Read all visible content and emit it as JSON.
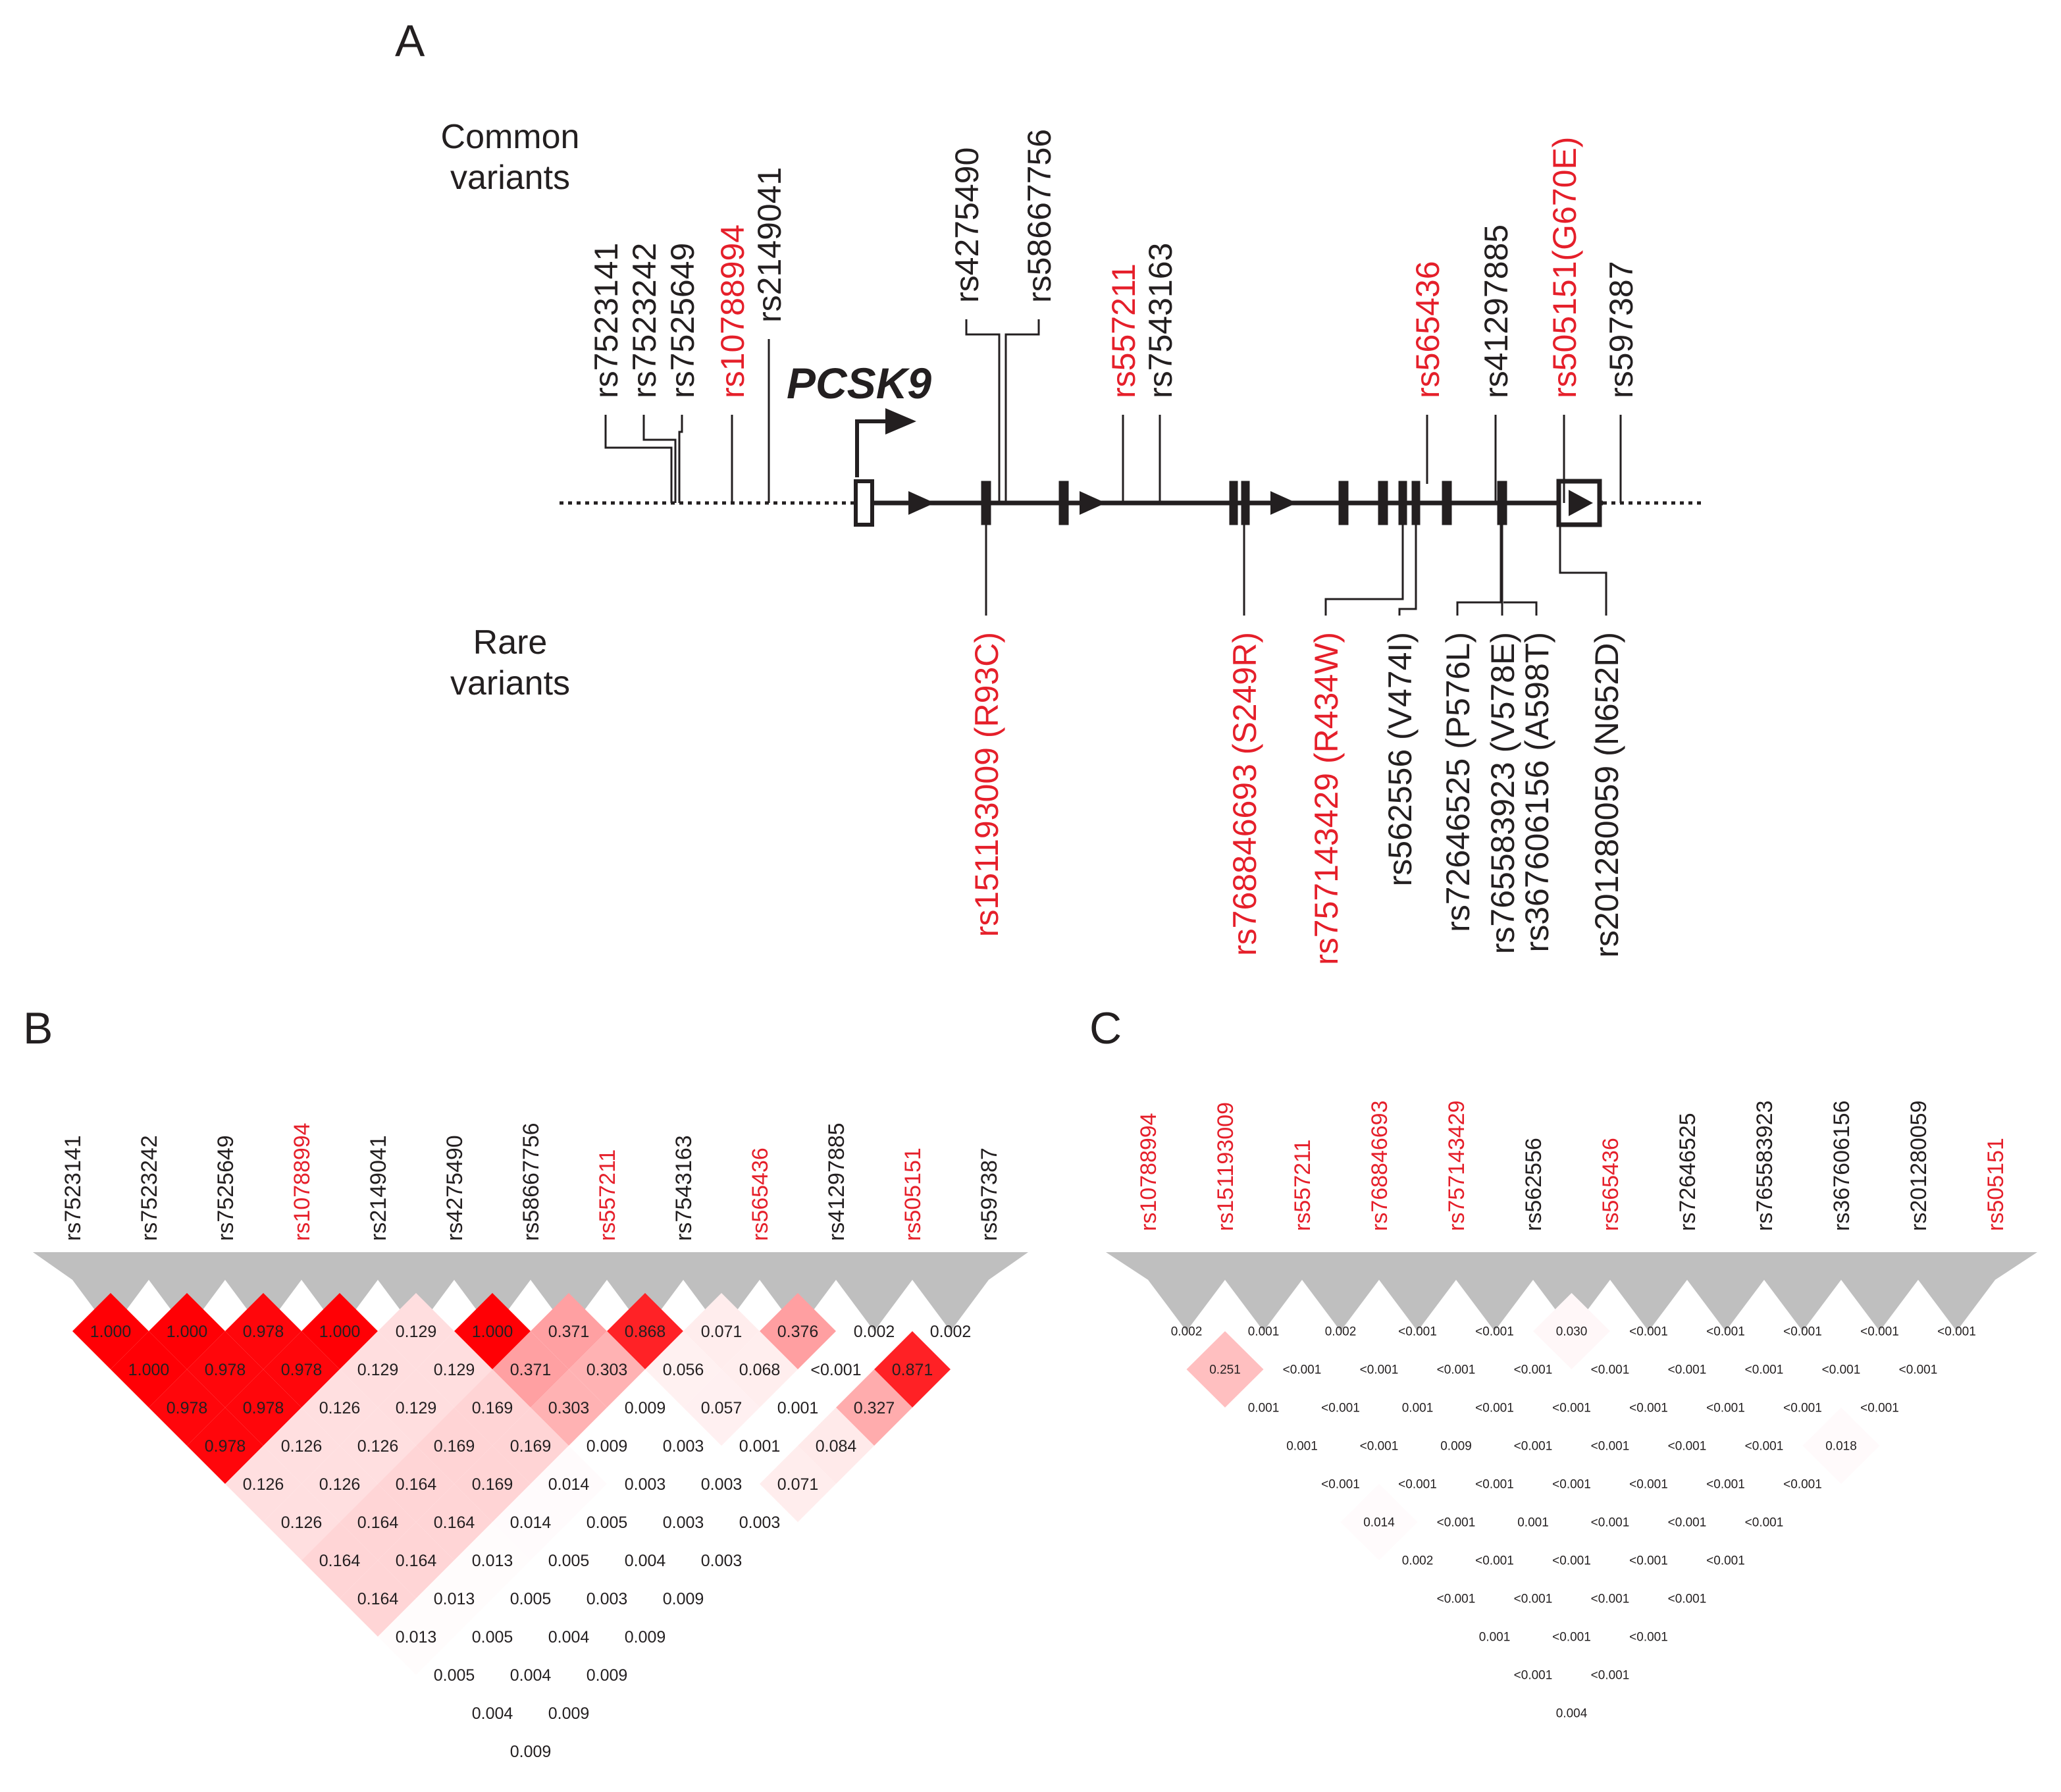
{
  "colors": {
    "red": "#e51f2a",
    "black": "#231f20",
    "gray": "#bfbfbf"
  },
  "panel_a": {
    "letter": "A",
    "common_label": [
      "Common",
      "variants"
    ],
    "rare_label": [
      "Rare",
      "variants"
    ],
    "gene": "PCSK9",
    "common_variants": [
      {
        "label": "rs7523141",
        "color": "black"
      },
      {
        "label": "rs7523242",
        "color": "black"
      },
      {
        "label": "rs7525649",
        "color": "black"
      },
      {
        "label": "rs10788994",
        "color": "red"
      },
      {
        "label": "rs2149041",
        "color": "black"
      },
      {
        "label": "rs4275490",
        "color": "black"
      },
      {
        "label": "rs58667756",
        "color": "black"
      },
      {
        "label": "rs557211",
        "color": "red"
      },
      {
        "label": "rs7543163",
        "color": "black"
      },
      {
        "label": "rs565436",
        "color": "red"
      },
      {
        "label": "rs41297885",
        "color": "black"
      },
      {
        "label": "rs505151(G670E)",
        "color": "red"
      },
      {
        "label": "rs597387",
        "color": "black"
      }
    ],
    "rare_variants": [
      {
        "label": "rs151193009 (R93C)",
        "color": "red"
      },
      {
        "label": "rs768846693 (S249R)",
        "color": "red"
      },
      {
        "label": "rs757143429 (R434W)",
        "color": "red"
      },
      {
        "label": "rs562556 (V474I)",
        "color": "black"
      },
      {
        "label": "rs72646525 (P576L)",
        "color": "black"
      },
      {
        "label": "rs765583923 (V578E)",
        "color": "black"
      },
      {
        "label": "rs367606156 (A598T)",
        "color": "black"
      },
      {
        "label": "rs201280059 (N652D)",
        "color": "black"
      }
    ]
  },
  "panel_b": {
    "letter": "B",
    "snps": [
      {
        "label": "rs7523141",
        "color": "black"
      },
      {
        "label": "rs7523242",
        "color": "black"
      },
      {
        "label": "rs7525649",
        "color": "black"
      },
      {
        "label": "rs10788994",
        "color": "red"
      },
      {
        "label": "rs2149041",
        "color": "black"
      },
      {
        "label": "rs4275490",
        "color": "black"
      },
      {
        "label": "rs58667756",
        "color": "black"
      },
      {
        "label": "rs557211",
        "color": "red"
      },
      {
        "label": "rs7543163",
        "color": "black"
      },
      {
        "label": "rs565436",
        "color": "red"
      },
      {
        "label": "rs41297885",
        "color": "black"
      },
      {
        "label": "rs505151",
        "color": "red"
      },
      {
        "label": "rs597387",
        "color": "black"
      }
    ],
    "matrix": [
      [
        "1.000",
        "1.000",
        "0.978",
        "1.000",
        "0.129",
        "1.000",
        "0.371",
        "0.868",
        "0.071",
        "0.376",
        "0.002",
        "0.002"
      ],
      [
        "1.000",
        "0.978",
        "0.978",
        "0.129",
        "0.129",
        "0.371",
        "0.303",
        "0.056",
        "0.068",
        "<0.001",
        "0.871"
      ],
      [
        "0.978",
        "0.978",
        "0.126",
        "0.129",
        "0.169",
        "0.303",
        "0.009",
        "0.057",
        "0.001",
        "0.327"
      ],
      [
        "0.978",
        "0.126",
        "0.126",
        "0.169",
        "0.169",
        "0.009",
        "0.003",
        "0.001",
        "0.084"
      ],
      [
        "0.126",
        "0.126",
        "0.164",
        "0.169",
        "0.014",
        "0.003",
        "0.003",
        "0.071"
      ],
      [
        "0.126",
        "0.164",
        "0.164",
        "0.014",
        "0.005",
        "0.003",
        "0.003"
      ],
      [
        "0.164",
        "0.164",
        "0.013",
        "0.005",
        "0.004",
        "0.003"
      ],
      [
        "0.164",
        "0.013",
        "0.005",
        "0.003",
        "0.009"
      ],
      [
        "0.013",
        "0.005",
        "0.004",
        "0.009"
      ],
      [
        "0.005",
        "0.004",
        "0.009"
      ],
      [
        "0.004",
        "0.009"
      ],
      [
        "0.009"
      ]
    ]
  },
  "panel_c": {
    "letter": "C",
    "snps": [
      {
        "label": "rs10788994",
        "color": "red"
      },
      {
        "label": "rs151193009",
        "color": "red"
      },
      {
        "label": "rs557211",
        "color": "red"
      },
      {
        "label": "rs768846693",
        "color": "red"
      },
      {
        "label": "rs757143429",
        "color": "red"
      },
      {
        "label": "rs562556",
        "color": "black"
      },
      {
        "label": "rs565436",
        "color": "red"
      },
      {
        "label": "rs72646525",
        "color": "black"
      },
      {
        "label": "rs765583923",
        "color": "black"
      },
      {
        "label": "rs367606156",
        "color": "black"
      },
      {
        "label": "rs201280059",
        "color": "black"
      },
      {
        "label": "rs505151",
        "color": "red"
      }
    ],
    "matrix": [
      [
        "0.002",
        "0.001",
        "0.002",
        "<0.001",
        "<0.001",
        "0.030",
        "<0.001",
        "<0.001",
        "<0.001",
        "<0.001",
        "<0.001"
      ],
      [
        "0.251",
        "<0.001",
        "<0.001",
        "<0.001",
        "<0.001",
        "<0.001",
        "<0.001",
        "<0.001",
        "<0.001",
        "<0.001"
      ],
      [
        "0.001",
        "<0.001",
        "0.001",
        "<0.001",
        "<0.001",
        "<0.001",
        "<0.001",
        "<0.001",
        "<0.001"
      ],
      [
        "0.001",
        "<0.001",
        "0.009",
        "<0.001",
        "<0.001",
        "<0.001",
        "<0.001",
        "0.018"
      ],
      [
        "<0.001",
        "<0.001",
        "<0.001",
        "<0.001",
        "<0.001",
        "<0.001",
        "<0.001"
      ],
      [
        "0.014",
        "<0.001",
        "0.001",
        "<0.001",
        "<0.001",
        "<0.001"
      ],
      [
        "0.002",
        "<0.001",
        "<0.001",
        "<0.001",
        "<0.001"
      ],
      [
        "<0.001",
        "<0.001",
        "<0.001",
        "<0.001"
      ],
      [
        "0.001",
        "<0.001",
        "<0.001"
      ],
      [
        "<0.001",
        "<0.001"
      ],
      [
        "0.004"
      ]
    ]
  }
}
